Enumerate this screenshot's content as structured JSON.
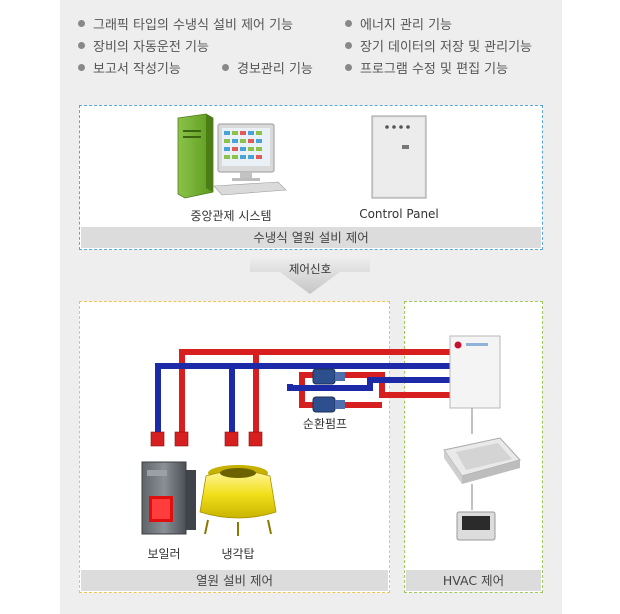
{
  "features": {
    "col1": [
      "그래픽 타입의 수냉식 설비 제어 기능",
      "장비의 자동운전 기능",
      "보고서 작성기능"
    ],
    "col2": [
      "경보관리 기능"
    ],
    "col3": [
      "에너지 관리 기능",
      "장기 데이터의 저장 및 관리기능",
      "프로그램 수정 및 편집 기능"
    ]
  },
  "top_box": {
    "central_label": "중앙관제 시스템",
    "panel_label": "Control Panel",
    "footer": "수냉식 열원 설비 제어"
  },
  "arrow_label": "제어신호",
  "heat_box": {
    "boiler_label": "보일러",
    "tower_label": "냉각탑",
    "pump_label": "순환펌프",
    "footer": "열원 설비 제어"
  },
  "hvac_box": {
    "footer": "HVAC 제어"
  },
  "colors": {
    "hot_pipe": "#d81f1f",
    "cold_pipe": "#1d2aa8",
    "blue_border": "#5aa6dc",
    "yellow_border": "#f2c24a",
    "green_border": "#9cc95a"
  }
}
